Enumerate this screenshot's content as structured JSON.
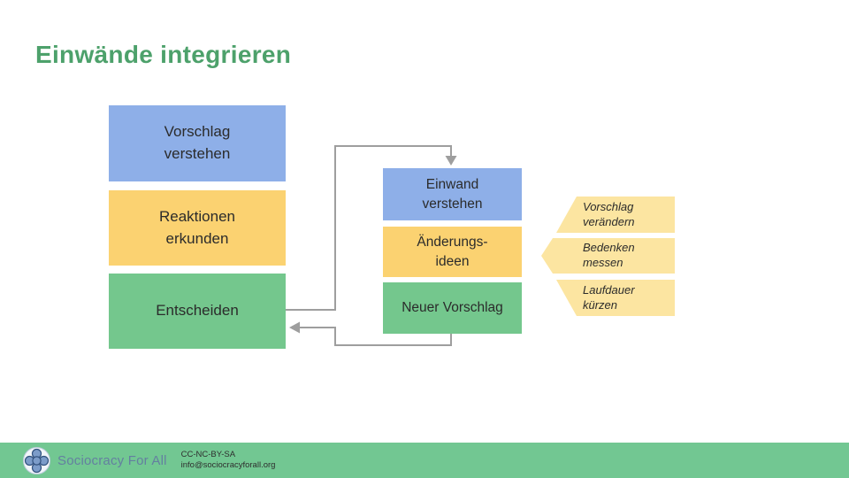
{
  "slide": {
    "title": "Einwände integrieren"
  },
  "flow_main": [
    {
      "label": "Vorschlag\nverstehen",
      "color": "#8EAFE8"
    },
    {
      "label": "Reaktionen\nerkunden",
      "color": "#FBD271"
    },
    {
      "label": "Entscheiden",
      "color": "#74C78D"
    }
  ],
  "flow_objection": [
    {
      "label": "Einwand\nverstehen",
      "color": "#8EAFE8"
    },
    {
      "label": "Änderungs-\nideen",
      "color": "#FBD271"
    },
    {
      "label": "Neuer Vorschlag",
      "color": "#74C78D"
    }
  ],
  "options": [
    {
      "label": "Vorschlag\nverändern"
    },
    {
      "label": "Bedenken\nmessen"
    },
    {
      "label": "Laufdauer\nkürzen"
    }
  ],
  "footer": {
    "brand": "Sociocracy For All",
    "license": "CC-NC-BY-SA",
    "email": "info@sociocracyforall.org"
  },
  "colors": {
    "title_green": "#4DA16B",
    "box_blue": "#8EAFE8",
    "box_yellow": "#FBD271",
    "box_green": "#74C78D",
    "option_yellow": "#FCE5A1",
    "footer_green": "#72C792",
    "arrow_gray": "#9E9E9E",
    "brand_blue": "#647FA0"
  }
}
